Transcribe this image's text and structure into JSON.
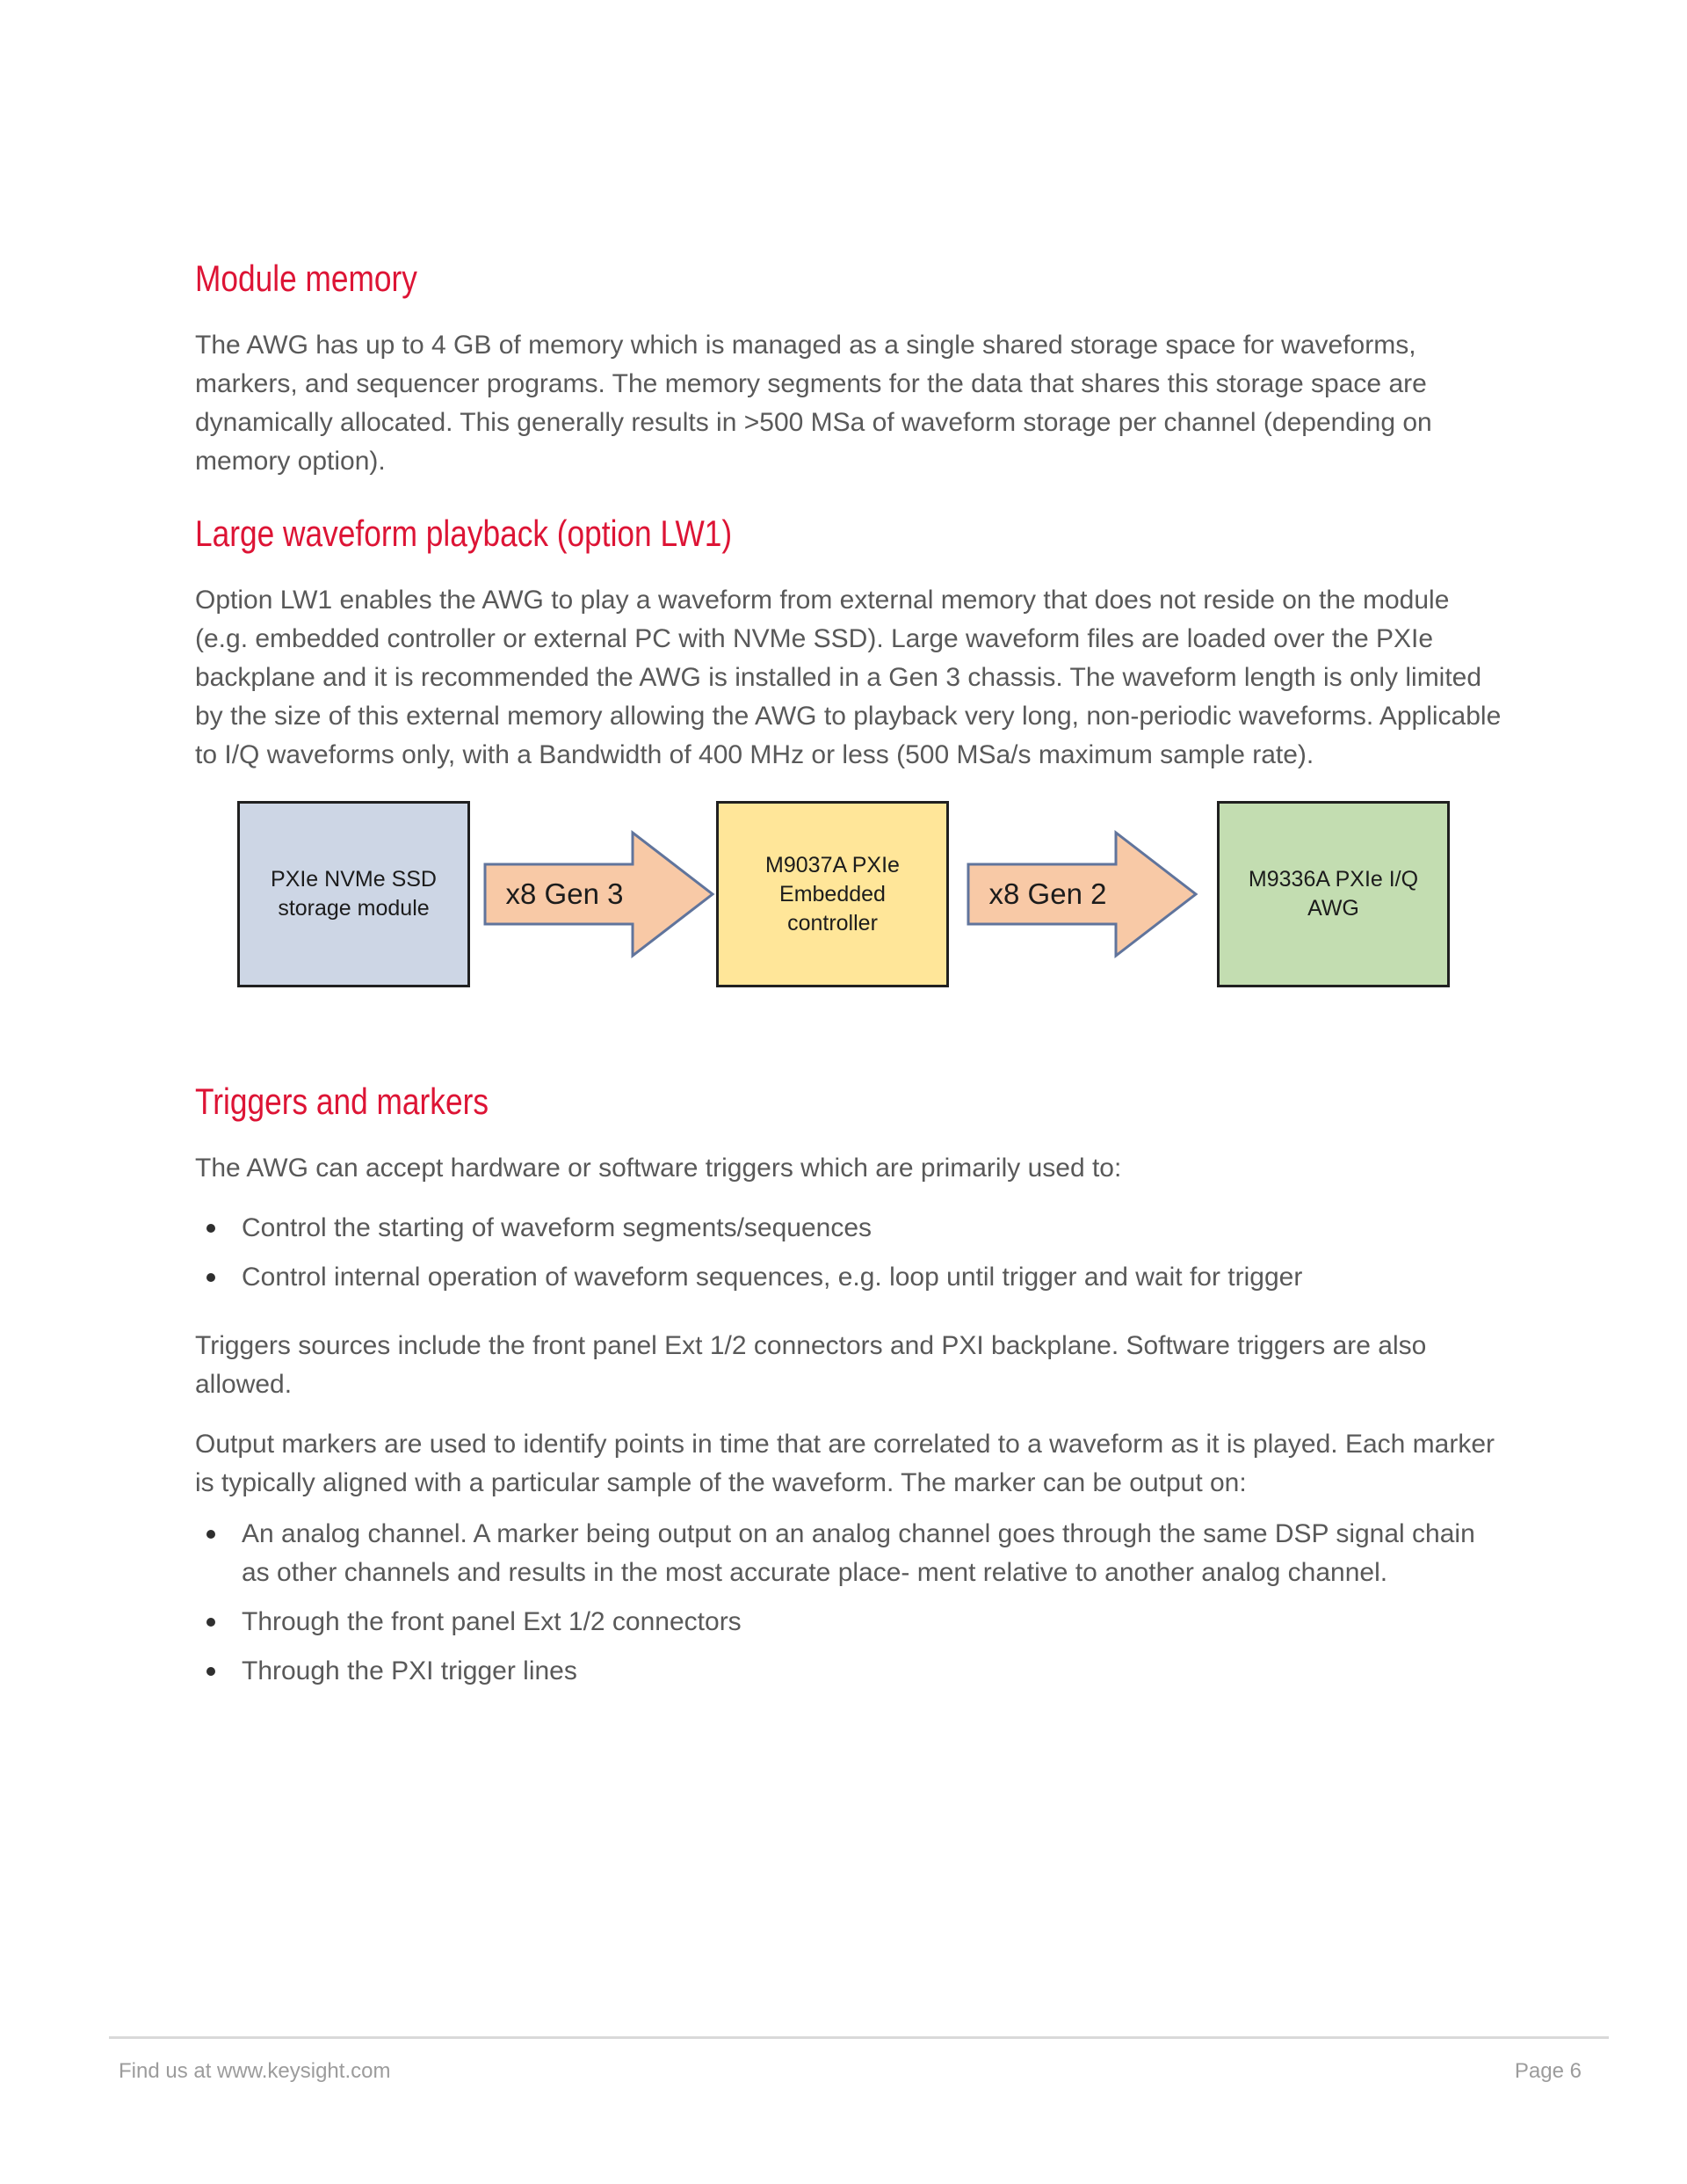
{
  "colors": {
    "heading_red": "#dd1435",
    "body_gray": "#595959",
    "footer_gray": "#9c9c9c",
    "rule_gray": "#d9d9d9",
    "box_border": "#202020",
    "box_blue_fill": "#cdd6e5",
    "box_yellow_fill": "#ffe699",
    "box_green_fill": "#c3ddb1",
    "arrow_fill": "#f8c9a6",
    "arrow_border": "#60749c",
    "diagram_text": "#1c1c1c"
  },
  "sections": {
    "module_memory": {
      "title": "Module memory",
      "body": "The AWG has up to 4 GB of memory which is managed as a single shared storage space for waveforms, markers, and sequencer programs. The memory segments for the  data that shares this storage space are dynamically allocated. This generally results in >500 MSa of waveform storage per channel (depending on memory option)."
    },
    "large_waveform": {
      "title": "Large waveform playback (option LW1)",
      "body": "Option LW1 enables the AWG to play a waveform from external memory that does not reside on the module (e.g. embedded controller or external PC with NVMe SSD).  Large waveform files are loaded over the PXIe backplane and it is recommended the AWG is installed in a Gen 3 chassis.  The waveform length is only limited by the size of this external memory allowing the AWG to playback very long, non-periodic waveforms.  Applicable to I/Q waveforms only, with a Bandwidth of 400 MHz or less (500 MSa/s maximum sample rate)."
    },
    "triggers": {
      "title": "Triggers and markers",
      "intro": "The AWG can accept hardware or software triggers which are primarily used to:",
      "bullets": [
        "Control the starting of waveform segments/sequences",
        "Control internal operation of waveform sequences, e.g. loop until trigger and wait for trigger"
      ],
      "sources": "Triggers sources include the front panel Ext 1/2 connectors and PXI backplane. Software triggers are also allowed.",
      "markers_intro": "Output markers are used to identify points in time that are correlated to a waveform as it  is played. Each marker is typically aligned with a particular sample of the waveform. The  marker can be output on:",
      "marker_bullets": [
        "An analog channel. A marker being output on an analog channel goes through the  same DSP signal chain as other channels and results in the most accurate place-  ment relative to another analog channel.",
        "Through the front panel Ext 1/2 connectors",
        "Through the PXI trigger lines"
      ]
    }
  },
  "diagram": {
    "boxes": [
      {
        "label": "PXIe NVMe SSD storage module",
        "fill": "blue"
      },
      {
        "label": "M9037A PXIe Embedded controller",
        "fill": "yellow"
      },
      {
        "label": "M9336A PXIe I/Q AWG",
        "fill": "green"
      }
    ],
    "arrows": [
      {
        "label": "x8 Gen 3"
      },
      {
        "label": "x8 Gen 2"
      }
    ]
  },
  "footer": {
    "left": "Find us at www.keysight.com",
    "right": "Page 6"
  }
}
